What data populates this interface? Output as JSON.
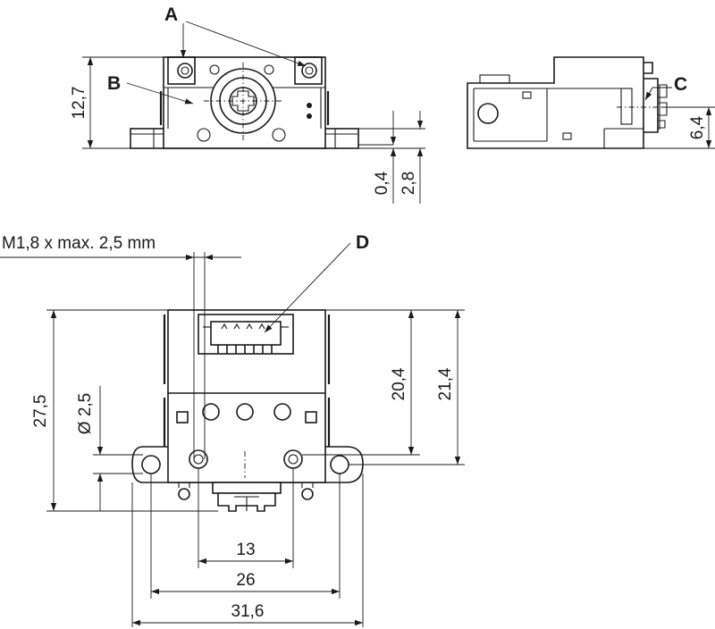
{
  "callouts": {
    "a": "A",
    "b": "B",
    "c": "C",
    "d": "D"
  },
  "dimensions": {
    "front_height": "12,7",
    "standoff": "0,4",
    "flange_height": "2,8",
    "side_height": "6,4",
    "thread_note": "M1,8 x max. 2,5 mm",
    "total_height": "27,5",
    "hole_diameter": "Ø 2,5",
    "height_20": "20,4",
    "height_21": "21,4",
    "width_13": "13",
    "width_26": "26",
    "width_31": "31,6"
  }
}
